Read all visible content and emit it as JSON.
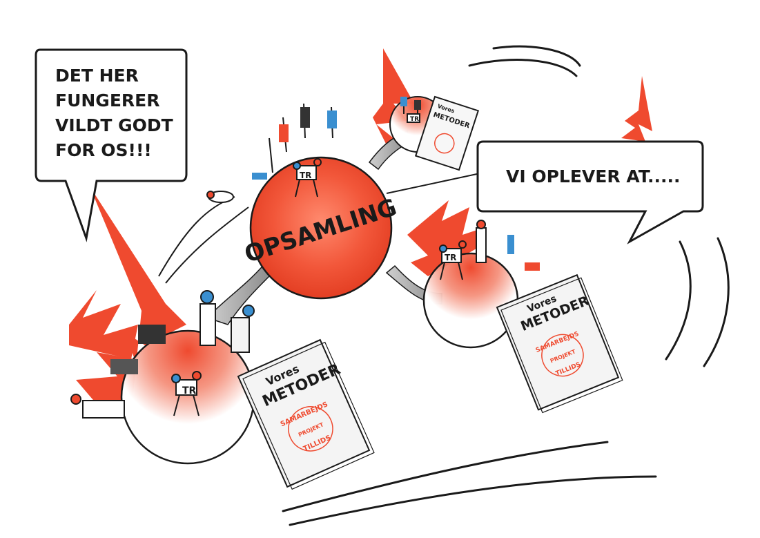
{
  "bubble_left": {
    "lines": [
      "DET HER",
      "FUNGERER",
      "VILDT GODT",
      "FOR OS!!!"
    ]
  },
  "bubble_right": {
    "text": "VI OPLEVER AT....."
  },
  "hub": {
    "label": "OPSAMLING"
  },
  "book": {
    "title_top": "Vores",
    "title_main": "METODER",
    "stamp_top": "SAMARBEJDS",
    "stamp_middle": "PROJEKT",
    "stamp_bottom": "TILLIDS"
  },
  "board_label": "TR",
  "colors": {
    "accent_red": "#ef4a2f",
    "ink": "#1a1a1a",
    "jacket_blue": "#3a8fd0",
    "paper": "#f4f4f4"
  }
}
